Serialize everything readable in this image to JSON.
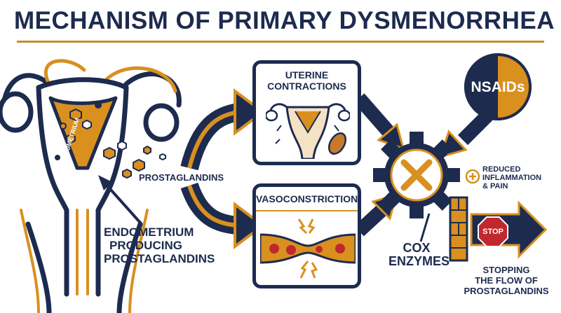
{
  "title": "MECHANISM OF PRIMARY DYSMENORRHEA",
  "labels": {
    "endometrium_tag": "ENDOMETRIUM",
    "prostaglandins": "PROSTAGLANDINS",
    "endometrium_producing": [
      "ENDOMETRIUM",
      "PRODUCING",
      "PROSTAGLANDINS"
    ],
    "uterine_contractions": [
      "UTERINE",
      "CONTRACTIONS"
    ],
    "vasoconstriction": "VASOCONSTRICTION",
    "nsaids": "NSAIDs",
    "reduced": [
      "REDUCED",
      "INFLAMMATION",
      "& PAIN"
    ],
    "cox_enzymes": [
      "COX",
      "ENZYMES"
    ],
    "stop_sign": "STOP",
    "stopping": [
      "STOPPING",
      "THE FLOW OF",
      "PROSTAGLANDINS"
    ]
  },
  "colors": {
    "navy": "#1d2b4f",
    "orange": "#d9901f",
    "red": "#c0282d"
  }
}
